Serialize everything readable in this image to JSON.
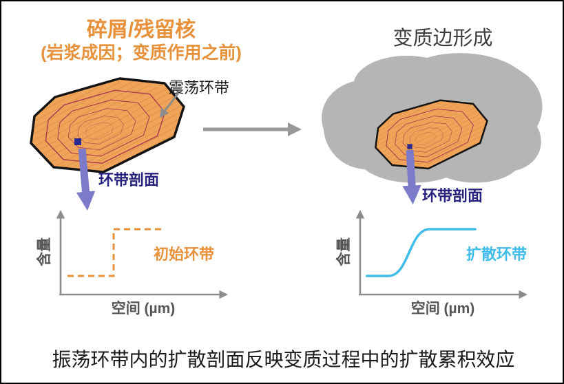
{
  "header": {
    "left_title": "碎屑/残留核",
    "left_subtitle": "(岩浆成因；变质作用之前)",
    "right_title": "变质边形成"
  },
  "annotations": {
    "oscillatory_zoning": "震荡环带",
    "zoning_profile_left": "环带剖面",
    "zoning_profile_right": "环带剖面"
  },
  "chart_data": [
    {
      "type": "line",
      "title": "初始环带",
      "xlabel": "空间 (µm)",
      "ylabel": "含量",
      "line_style": "dashed-step",
      "series": [
        {
          "name": "初始环带",
          "x": [
            0,
            0.45,
            0.45,
            0.95
          ],
          "y": [
            0.2,
            0.2,
            0.8,
            0.8
          ]
        }
      ],
      "color": "#E8913B",
      "grid": false,
      "legend": "none"
    },
    {
      "type": "line",
      "title": "扩散环带",
      "xlabel": "空间 (µm)",
      "ylabel": "含量",
      "line_style": "smooth-sigmoid",
      "series": [
        {
          "name": "扩散环带",
          "x": [
            0,
            0.25,
            0.55,
            0.95
          ],
          "y": [
            0.2,
            0.2,
            0.8,
            0.8
          ]
        }
      ],
      "color": "#41BCE9",
      "grid": false,
      "legend": "none"
    }
  ],
  "caption": "振荡环带内的扩散剖面反映变质过程中的扩散累积效应",
  "colors": {
    "crystal_fill": "#F0A459",
    "hatch": "#C97A35",
    "zoning_ring": "#A8394F",
    "crystal_outline": "#141414",
    "rim_gray": "#B5B5B5",
    "arrow_purple": "#7B7BC9",
    "arrow_gray": "#999999",
    "axis_gray": "#8C8C8C",
    "marker_navy": "#2B2B8F",
    "navy_text": "#27217F",
    "orange_text": "#E8913B",
    "blue_curve": "#41BCE9"
  }
}
